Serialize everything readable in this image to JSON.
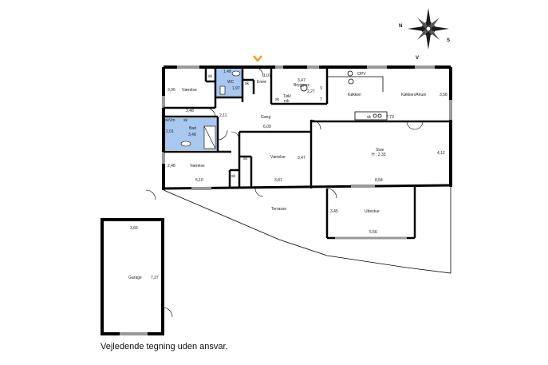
{
  "caption": "Vejledende tegning uden ansvar.",
  "compass": {
    "n": "N",
    "s": "S",
    "v": "V"
  },
  "rooms": {
    "vaerelse1": {
      "name": "Værelse",
      "dim_a": "3,06",
      "dim_b": "3,48"
    },
    "wc": {
      "name": "WC",
      "dim_a": "1,48",
      "dim_b": "1,97"
    },
    "entre": {
      "name": "Entré",
      "dim_a": "1,07"
    },
    "bryggers": {
      "name": "Bryggers",
      "dim_a": "3,47",
      "dim_b": "2,27"
    },
    "koekken": {
      "name": "Køkken"
    },
    "koekken_alrum": {
      "name": "Køkken/Alrum",
      "dim_a": "3,58",
      "dim_b": "7,73"
    },
    "gang": {
      "name": "Gang",
      "dim_a": "6,09",
      "dim_b": "2,11"
    },
    "bad": {
      "name": "Bad",
      "dim_a": "2,01",
      "dim_b": "3,48"
    },
    "vaerelse2": {
      "name": "Værelse",
      "dim_a": "2,48",
      "dim_b": "5,10"
    },
    "vaerelse3": {
      "name": "Værelse",
      "dim_a": "3,47",
      "dim_b": "3,81"
    },
    "stue": {
      "name": "Stue",
      "height": "H : 2,33",
      "dim_a": "4,12",
      "dim_b": "8,84"
    },
    "terrasse": {
      "name": "Terrasse"
    },
    "udestue": {
      "name": "Udestue",
      "dim_a": "3,45",
      "dim_b": "5,56"
    },
    "garage": {
      "name": "Garage",
      "dim_a": "3,66",
      "dim_b": "7,37"
    }
  },
  "fixtures": {
    "sk": "sk",
    "vm": "Vm",
    "opv": "OPV",
    "v": "V",
    "t": "T",
    "task": "Tøk/",
    "rsk": "rsk"
  },
  "colors": {
    "wet_room": "#a8c8f0",
    "wall": "#000000",
    "entrance_marker": "#f0a020"
  }
}
